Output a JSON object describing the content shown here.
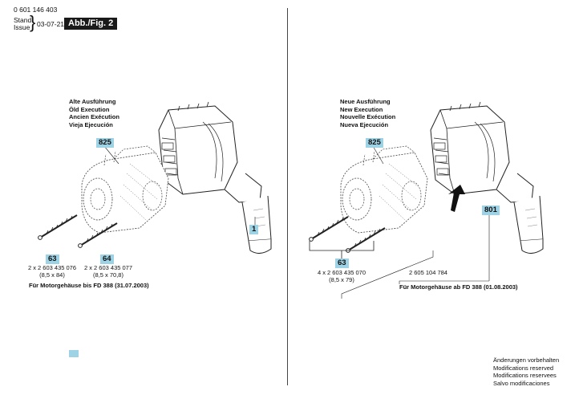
{
  "header": {
    "doc_number": "0 601 146 403",
    "stand_label": "Stand",
    "issue_label": "Issue",
    "date": "03-07-21",
    "fig_label": "Abb./Fig. 2"
  },
  "left": {
    "variant_lines": [
      "Alte Ausführung",
      "Öld Execution",
      "Ancien Exécution",
      "Vieja Ejecución"
    ],
    "callout_825": "825",
    "callout_1": "1",
    "callout_63": "63",
    "callout_64": "64",
    "pn_63_line1": "2 x 2 603 435 076",
    "pn_63_line2": "(8,5 x 84)",
    "pn_64_line1": "2 x 2 603 435 077",
    "pn_64_line2": "(8,5 x 70,8)",
    "footnote": "Für Motorgehäuse bis FD 388 (31.07.2003)"
  },
  "right": {
    "variant_lines": [
      "Neue Ausführung",
      "New Execution",
      "Nouvelle Exécution",
      "Nueva Ejecución"
    ],
    "callout_825": "825",
    "callout_801": "801",
    "callout_63": "63",
    "pn_63_line1": "4 x 2 603 435 070",
    "pn_63_line2": "(8,5 x 79)",
    "pn_801": "2 605 104 784",
    "footnote": "Für Motorgehäuse ab FD 388 (01.08.2003)"
  },
  "notes": [
    "Änderungen vorbehalten",
    "Modifications reserved",
    "Modifications reservees",
    "Salvo modificaciones"
  ],
  "colors": {
    "callout_bg": "#9ed3e6",
    "fig_tag_bg": "#1a1a1a"
  }
}
